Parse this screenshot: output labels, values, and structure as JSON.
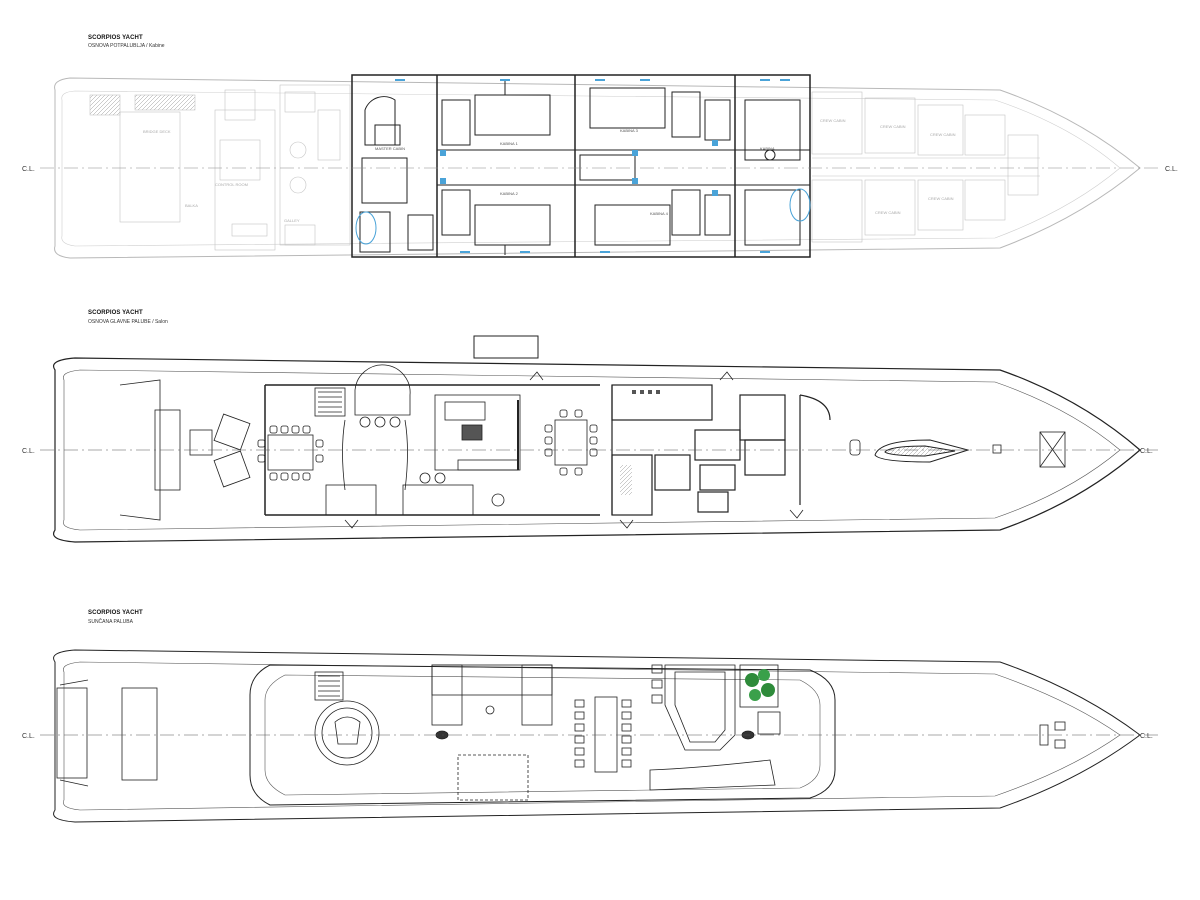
{
  "plans": [
    {
      "title": "SCORPIOS YACHT",
      "subtitle": "OSNOVA POTPALUBLJA / Kabine",
      "centerline_label": "C.L.",
      "room_labels": [
        "BRIDGE DECK",
        "CONTROL ROOM",
        "GALLEY",
        "BALKA",
        "MASTER CABIN",
        "KABINA 1",
        "KABINA 2",
        "KABINA 3",
        "KABINA 4",
        "KABINA",
        "CREW CABIN",
        "CREW CABIN",
        "CREW CABIN",
        "CREW CABIN",
        "CREW CABIN"
      ]
    },
    {
      "title": "SCORPIOS YACHT",
      "subtitle": "OSNOVA GLAVNE PALUBE / Salon",
      "centerline_label": "C.L.",
      "room_labels": []
    },
    {
      "title": "SCORPIOS YACHT",
      "subtitle": "SUNČANA PALUBA",
      "centerline_label": "C.L.",
      "room_labels": []
    }
  ],
  "colors": {
    "line": "#222222",
    "faded": "#b8b8b8",
    "fixture": "#4aa3d8",
    "plant": "#2e8b3a"
  }
}
